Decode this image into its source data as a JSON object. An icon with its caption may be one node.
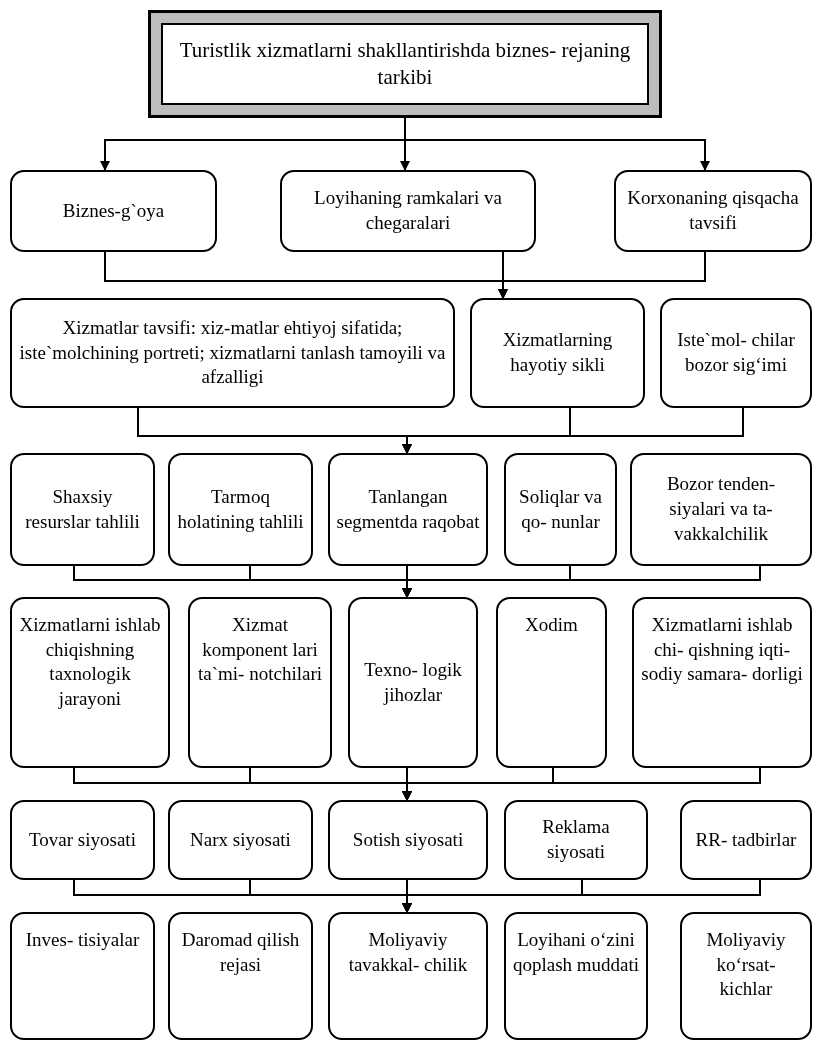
{
  "diagram": {
    "nodes": [
      {
        "text": [
          "Turistlik xizmatlarni shakllantirishda biznes- rejaning tarkibi"
        ]
      },
      {
        "text": [
          "Biznes-g`oya"
        ]
      },
      {
        "text": [
          "Loyihaning ramkalari va chegaralari"
        ]
      },
      {
        "text": [
          "Korxonaning qisqacha tavsifi"
        ]
      },
      {
        "text": [
          "Xizmatlar tavsifi: xiz-matlar ehtiyoj sifatida; iste`molchining portreti; xizmatlarni tanlash tamoyili va afzalligi"
        ]
      },
      {
        "text": [
          "Xizmatlarning hayotiy sikli"
        ]
      },
      {
        "text": [
          "Iste`mol- chilar bozor sig‘imi"
        ]
      },
      {
        "text": [
          "Shaxsiy resurslar tahlili"
        ]
      },
      {
        "text": [
          "Tarmoq holatining tahlili"
        ]
      },
      {
        "text": [
          "Tanlangan segmentda raqobat"
        ]
      },
      {
        "text": [
          "Soliqlar va qo- nunlar"
        ]
      },
      {
        "text": [
          "Bozor tenden- siyalari va ta- vakkalchilik"
        ]
      },
      {
        "text": [
          "Xizmatlarni ishlab chiqishning taxnologik jarayoni"
        ]
      },
      {
        "text": [
          "Xizmat komponent lari ta`mi- notchilari"
        ]
      },
      {
        "text": [
          "Texno- logik jihozlar"
        ]
      },
      {
        "text": [
          "Xodim"
        ]
      },
      {
        "text": [
          "Xizmatlarni ishlab chi- qishning iqti- sodiy samara- dorligi"
        ]
      },
      {
        "text": [
          "Tovar siyosati"
        ]
      },
      {
        "text": [
          "Narx siyosati"
        ]
      },
      {
        "text": [
          "Sotish siyosati"
        ]
      },
      {
        "text": [
          "Reklama siyosati"
        ]
      },
      {
        "text": [
          "RR- tadbirlar"
        ]
      },
      {
        "text": [
          "Inves- tisiyalar"
        ]
      },
      {
        "text": [
          "Daromad qilish rejasi"
        ]
      },
      {
        "text": [
          "Moliyaviy tavakkal- chilik"
        ]
      },
      {
        "text": [
          "Loyihani o‘zini qoplash muddati"
        ]
      },
      {
        "text": [
          "Moliyaviy ko‘rsat- kichlar"
        ]
      }
    ],
    "edges": [
      {
        "from": 0,
        "to": 1,
        "arrow": "to"
      },
      {
        "from": 0,
        "to": 2,
        "arrow": "to"
      },
      {
        "from": 0,
        "to": 3,
        "arrow": "to"
      },
      {
        "from": 1,
        "to": 5,
        "arrow": "to"
      },
      {
        "from": 2,
        "to": 5,
        "arrow": "to"
      },
      {
        "from": 3,
        "to": 5,
        "arrow": "to"
      },
      {
        "from": 4,
        "to": 9,
        "arrow": "to"
      },
      {
        "from": 5,
        "to": 9,
        "arrow": "to"
      },
      {
        "from": 6,
        "to": 9,
        "arrow": "to"
      },
      {
        "from": 7,
        "to": 14,
        "arrow": "to"
      },
      {
        "from": 8,
        "to": 14,
        "arrow": "to"
      },
      {
        "from": 9,
        "to": 14,
        "arrow": "to"
      },
      {
        "from": 10,
        "to": 14,
        "arrow": "to"
      },
      {
        "from": 11,
        "to": 14,
        "arrow": "to"
      },
      {
        "from": 12,
        "to": 19,
        "arrow": "to"
      },
      {
        "from": 13,
        "to": 19,
        "arrow": "to"
      },
      {
        "from": 14,
        "to": 19,
        "arrow": "to"
      },
      {
        "from": 15,
        "to": 19,
        "arrow": "to"
      },
      {
        "from": 16,
        "to": 19,
        "arrow": "to"
      },
      {
        "from": 17,
        "to": 24,
        "arrow": "to"
      },
      {
        "from": 18,
        "to": 24,
        "arrow": "to"
      },
      {
        "from": 19,
        "to": 24,
        "arrow": "to"
      },
      {
        "from": 20,
        "to": 24,
        "arrow": "to"
      },
      {
        "from": 21,
        "to": 24,
        "arrow": "to"
      }
    ]
  }
}
